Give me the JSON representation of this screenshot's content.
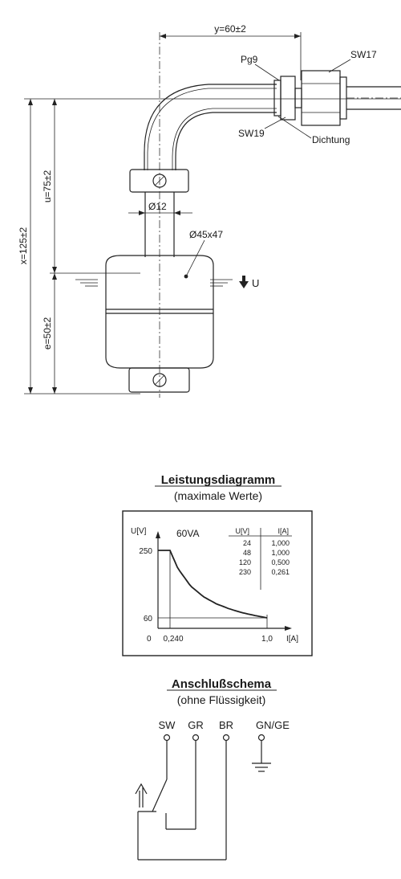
{
  "drawing": {
    "dim_y": "y=60±2",
    "dim_x": "x=125±2",
    "dim_u": "u=75±2",
    "dim_e": "e=50±2",
    "dia_stem": "Ø12",
    "dia_float": "Ø45x47",
    "label_pg9": "Pg9",
    "label_sw17": "SW17",
    "label_sw19": "SW19",
    "label_dichtung": "Dichtung",
    "label_u": "U"
  },
  "performance": {
    "title": "Leistungsdiagramm",
    "subtitle": "(maximale Werte)",
    "ylabel": "U[V]",
    "xlabel": "I[A]",
    "power_label": "60VA",
    "origin_label": "0",
    "table_headers": [
      "U[V]",
      "I[A]"
    ],
    "table_rows": [
      [
        "24",
        "1,000"
      ],
      [
        "48",
        "1,000"
      ],
      [
        "120",
        "0,500"
      ],
      [
        "230",
        "0,261"
      ]
    ]
  },
  "chart_data": {
    "type": "line",
    "xlabel": "I[A]",
    "ylabel": "U[V]",
    "y_ticks": [
      "250",
      "60"
    ],
    "x_ticks": [
      "0,240",
      "1,0"
    ],
    "series": [
      {
        "name": "60VA",
        "x": [
          0,
          0.24,
          0.3,
          0.4,
          0.5,
          0.6,
          0.7,
          0.8,
          0.9,
          1.0
        ],
        "y": [
          250,
          250,
          200,
          150,
          120,
          100,
          86,
          75,
          67,
          60
        ]
      }
    ]
  },
  "connection": {
    "title": "Anschlußschema",
    "subtitle": "(ohne Flüssigkeit)",
    "terminals": [
      "SW",
      "GR",
      "BR",
      "GN/GE"
    ]
  }
}
